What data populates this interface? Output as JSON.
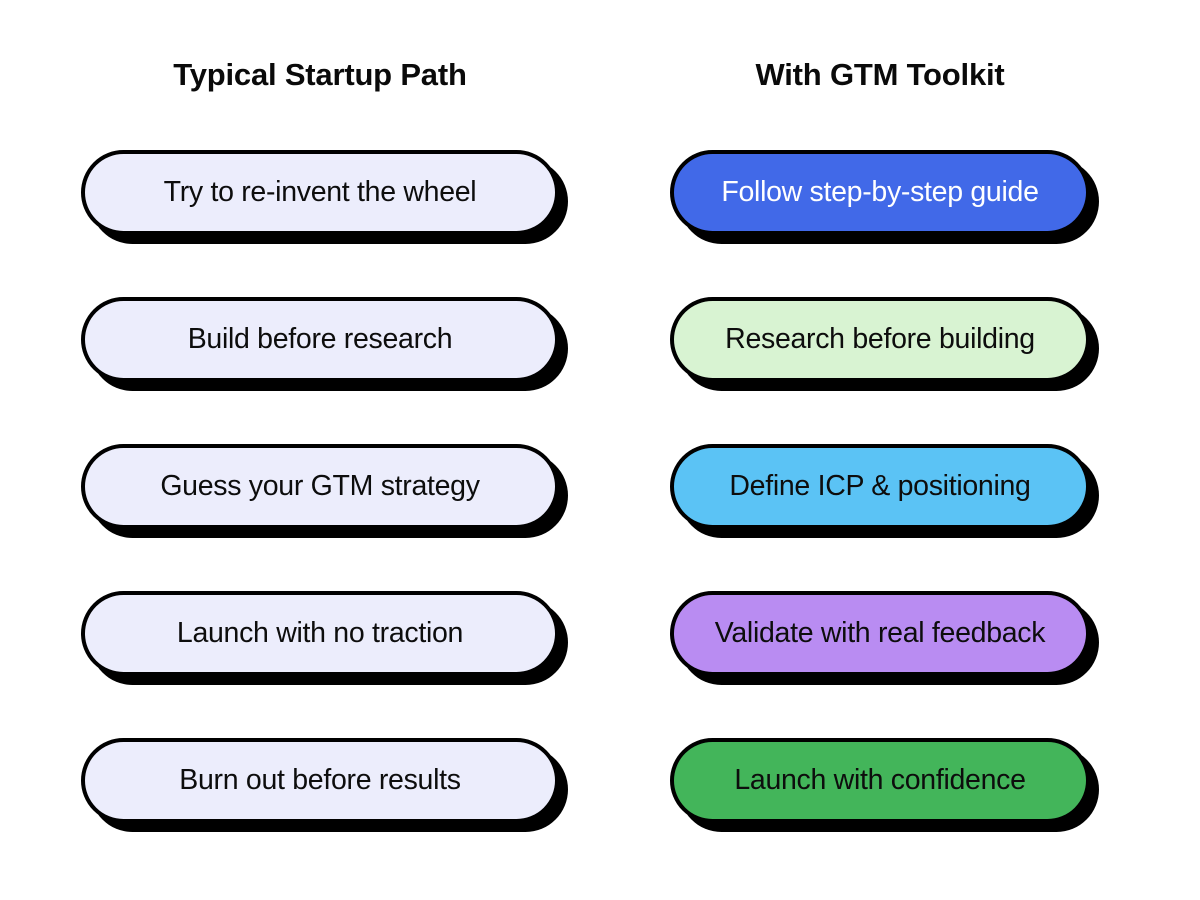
{
  "theme": {
    "background": "#ffffff",
    "outline": "#000000",
    "shadow": "#000000",
    "heading_color": "#0a0a0a"
  },
  "columns": [
    {
      "id": "typical-startup-path",
      "header": "Typical Startup Path",
      "items": [
        {
          "label": "Try to re-invent the wheel",
          "bg": "#ecedfc",
          "fg": "#0d0d0d"
        },
        {
          "label": "Build before research",
          "bg": "#ecedfc",
          "fg": "#0d0d0d"
        },
        {
          "label": "Guess your GTM strategy",
          "bg": "#ecedfc",
          "fg": "#0d0d0d"
        },
        {
          "label": "Launch with no traction",
          "bg": "#ecedfc",
          "fg": "#0d0d0d"
        },
        {
          "label": "Burn out before results",
          "bg": "#ecedfc",
          "fg": "#0d0d0d"
        }
      ]
    },
    {
      "id": "with-gtm-toolkit",
      "header": "With GTM Toolkit",
      "items": [
        {
          "label": "Follow step-by-step guide",
          "bg": "#4169e8",
          "fg": "#ffffff"
        },
        {
          "label": "Research before building",
          "bg": "#d8f3d2",
          "fg": "#0d0d0d"
        },
        {
          "label": "Define ICP & positioning",
          "bg": "#5bc3f5",
          "fg": "#0d0d0d"
        },
        {
          "label": "Validate with real feedback",
          "bg": "#b98cf2",
          "fg": "#0d0d0d"
        },
        {
          "label": "Launch with confidence",
          "bg": "#43b css",
          "fg": "#0d0d0d"
        }
      ]
    }
  ]
}
